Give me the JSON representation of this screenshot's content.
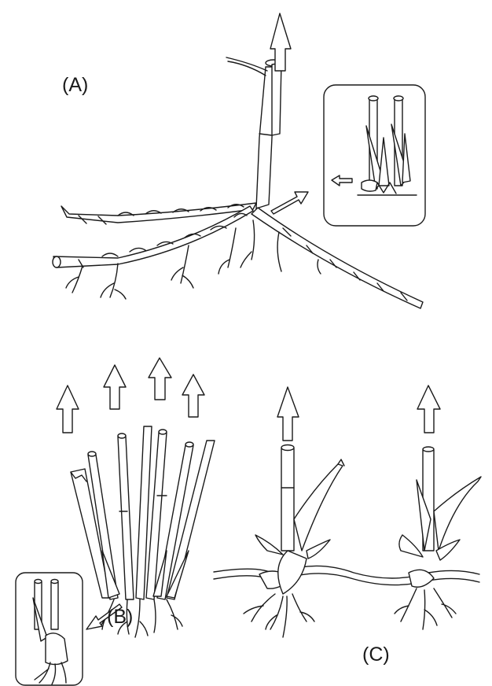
{
  "figure": {
    "labels": {
      "a": "(A)",
      "b": "(B)",
      "c": "(C)"
    },
    "colors": {
      "stroke": "#1a1a1a",
      "background": "#ffffff"
    },
    "icons": [
      "growth-arrow-icon",
      "inset-arrow-icon"
    ]
  }
}
